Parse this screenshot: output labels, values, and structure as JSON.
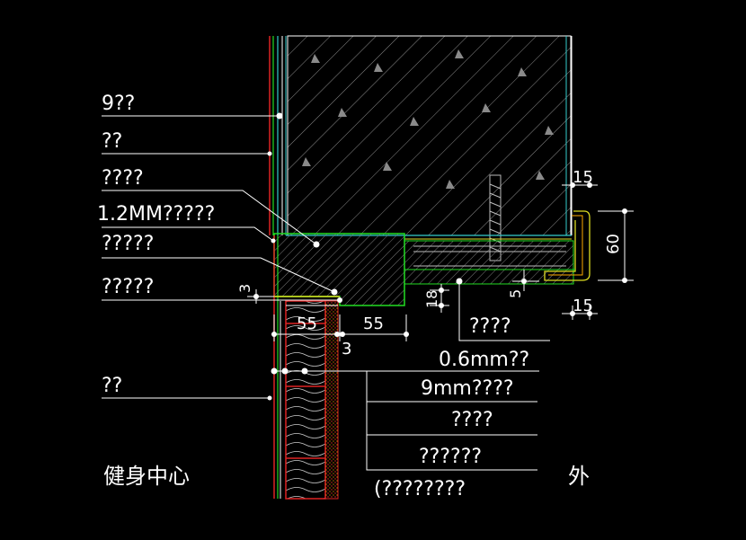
{
  "labels_left": [
    {
      "id": "lbl-1",
      "text": "9??"
    },
    {
      "id": "lbl-2",
      "text": "??"
    },
    {
      "id": "lbl-3",
      "text": "????"
    },
    {
      "id": "lbl-4",
      "text": "1.2MM?????"
    },
    {
      "id": "lbl-5",
      "text": "?????"
    },
    {
      "id": "lbl-6",
      "text": "?????"
    },
    {
      "id": "lbl-7",
      "text": "??"
    }
  ],
  "labels_right": [
    {
      "id": "lbl-r1",
      "text": "????"
    },
    {
      "id": "lbl-r2",
      "text": "0.6mm??"
    },
    {
      "id": "lbl-r3",
      "text": "9mm????"
    },
    {
      "id": "lbl-r4",
      "text": "????"
    },
    {
      "id": "lbl-r5",
      "text": "??????"
    },
    {
      "id": "lbl-r6",
      "text": "(????????"
    }
  ],
  "room_labels": {
    "inside": "健身中心",
    "outside": "外"
  },
  "dimensions": {
    "d15_top": "15",
    "d60": "60",
    "d15_bottom": "15",
    "d18": "18",
    "d5": "5",
    "d3_left": "3",
    "d55_a": "55",
    "d55_b": "55",
    "d3_bottom": "3"
  },
  "colors": {
    "background": "#000000",
    "hatch": "#8a8a8a",
    "green": "#22dd22",
    "cyan": "#33cccc",
    "red": "#dd2222",
    "yellow": "#dddd22",
    "orange": "#ffaa00",
    "white": "#ffffff"
  }
}
